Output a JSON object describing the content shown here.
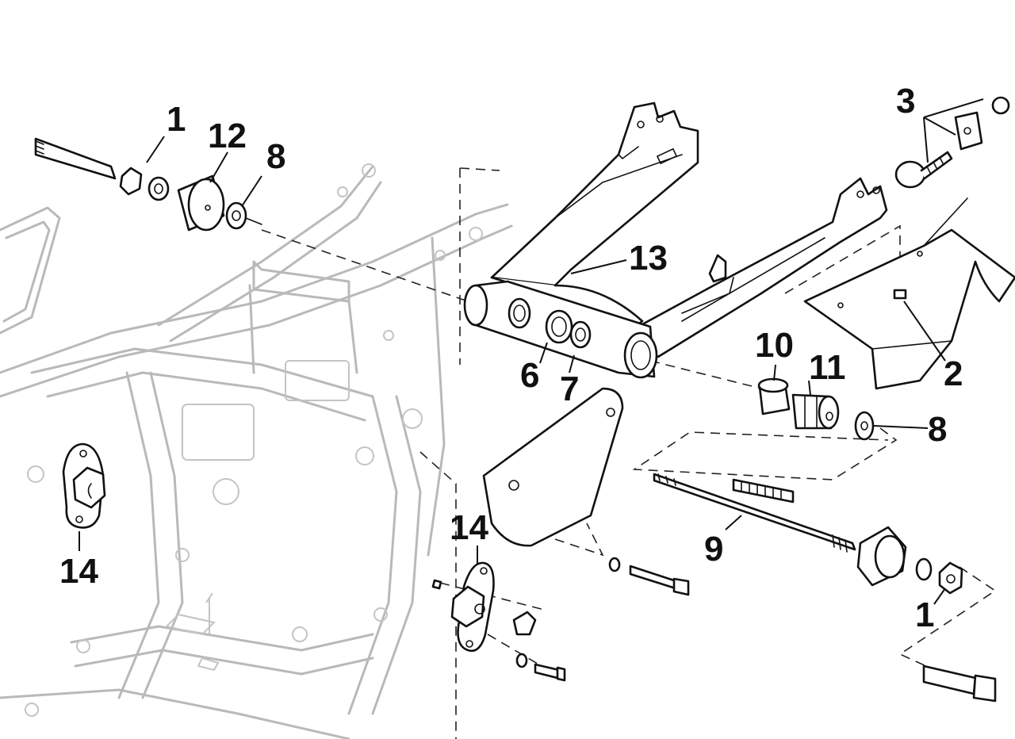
{
  "diagram": {
    "callouts": [
      {
        "id": "c1a",
        "text": "1"
      },
      {
        "id": "c12",
        "text": "12"
      },
      {
        "id": "c8a",
        "text": "8"
      },
      {
        "id": "c3",
        "text": "3"
      },
      {
        "id": "c13",
        "text": "13"
      },
      {
        "id": "c2",
        "text": "2"
      },
      {
        "id": "c10",
        "text": "10"
      },
      {
        "id": "c11",
        "text": "11"
      },
      {
        "id": "c8b",
        "text": "8"
      },
      {
        "id": "c6",
        "text": "6"
      },
      {
        "id": "c7",
        "text": "7"
      },
      {
        "id": "c9",
        "text": "9"
      },
      {
        "id": "c1b",
        "text": "1"
      },
      {
        "id": "c14a",
        "text": "14"
      },
      {
        "id": "c14b",
        "text": "14"
      }
    ]
  }
}
